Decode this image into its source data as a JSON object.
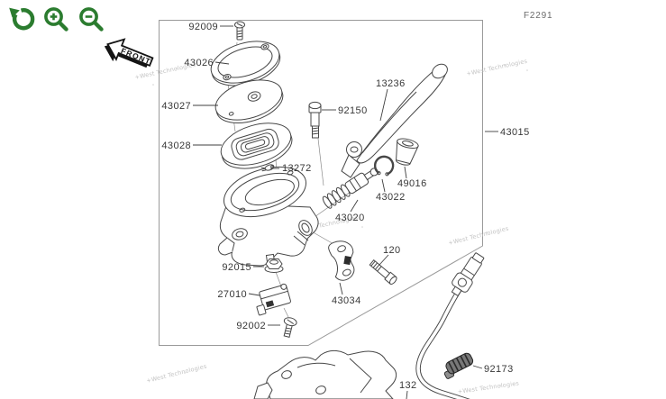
{
  "toolbar": {
    "accent_color": "#2b7c2f",
    "icons": [
      {
        "name": "rotate-reset-icon"
      },
      {
        "name": "zoom-in-icon"
      },
      {
        "name": "zoom-out-icon"
      }
    ]
  },
  "figure": {
    "code": "F2291",
    "front_arrow_label": "FRONT"
  },
  "watermark": {
    "text": "+West Technologies",
    "color": "#c3c3c3"
  },
  "parts": {
    "92009": {
      "number": "92009"
    },
    "43026": {
      "number": "43026"
    },
    "43027": {
      "number": "43027"
    },
    "43028": {
      "number": "43028"
    },
    "92150": {
      "number": "92150"
    },
    "13236": {
      "number": "13236"
    },
    "43015": {
      "number": "43015"
    },
    "13272": {
      "number": "13272"
    },
    "43020": {
      "number": "43020"
    },
    "43022": {
      "number": "43022"
    },
    "49016": {
      "number": "49016"
    },
    "92015": {
      "number": "92015"
    },
    "27010": {
      "number": "27010"
    },
    "92002": {
      "number": "92002"
    },
    "43034": {
      "number": "43034"
    },
    "120": {
      "number": "120"
    },
    "92173": {
      "number": "92173"
    },
    "132_partial": {
      "number": "132"
    }
  }
}
